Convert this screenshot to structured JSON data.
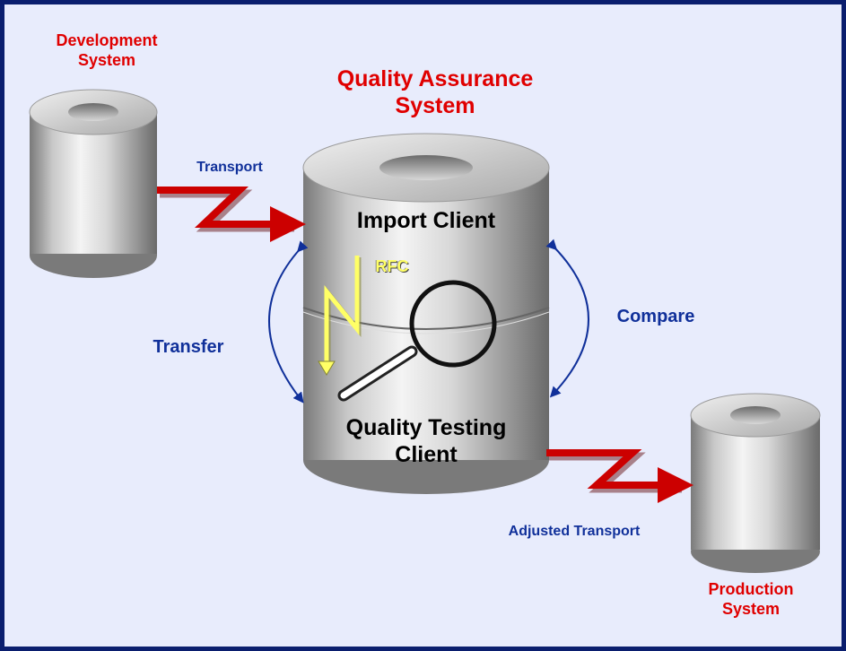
{
  "title": {
    "line1": "Quality Assurance",
    "line2": "System"
  },
  "systems": {
    "development": {
      "line1": "Development",
      "line2": "System"
    },
    "production": {
      "line1": "Production",
      "line2": "System"
    }
  },
  "clients": {
    "import": "Import Client",
    "testing_line1": "Quality Testing",
    "testing_line2": "Client"
  },
  "flows": {
    "transport": "Transport",
    "rfc": "RFC",
    "transfer": "Transfer",
    "compare": "Compare",
    "adjusted_transport": "Adjusted Transport"
  },
  "colors": {
    "background": "#e8ecfc",
    "frame": "#0a1e6e",
    "system_label": "#e00000",
    "flow_label": "#10309a",
    "transport_arrow": "#cc0000",
    "rfc_arrow": "#ffff66"
  },
  "icons": [
    "database-cylinder",
    "lightning-arrow",
    "curved-arrow",
    "magnifier-icon"
  ]
}
